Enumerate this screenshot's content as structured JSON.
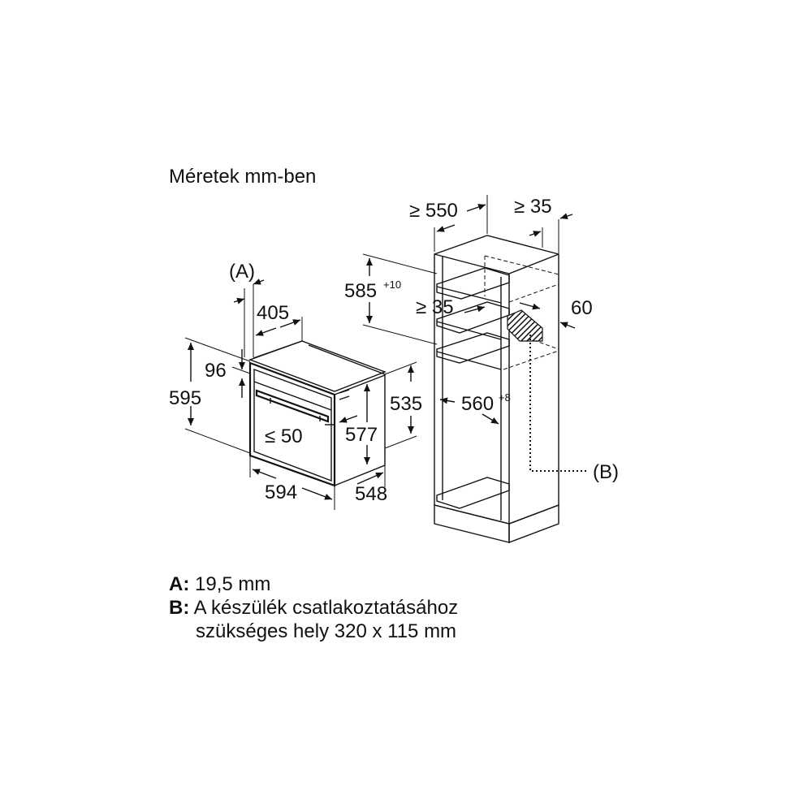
{
  "title": "Méretek mm-ben",
  "diagram": {
    "labels": {
      "a_marker": "(A)",
      "b_marker": "(B)",
      "ge550": "≥ 550",
      "ge35_top": "≥ 35",
      "d585": "585",
      "d585_tol": "+10",
      "ge35_mid": "≥ 35",
      "d60": "60",
      "d405": "405",
      "d96": "96",
      "d595": "595",
      "le50": "≤ 50",
      "d577": "577",
      "d535": "535",
      "d560": "560",
      "d560_tol": "+8",
      "d594": "594",
      "d548": "548"
    }
  },
  "legend": {
    "a_key": "A:",
    "a_text": "19,5 mm",
    "b_key": "B:",
    "b_text_line1": "A készülék csatlakoztatásához",
    "b_text_line2": "szükséges hely 320 x 115 mm"
  }
}
